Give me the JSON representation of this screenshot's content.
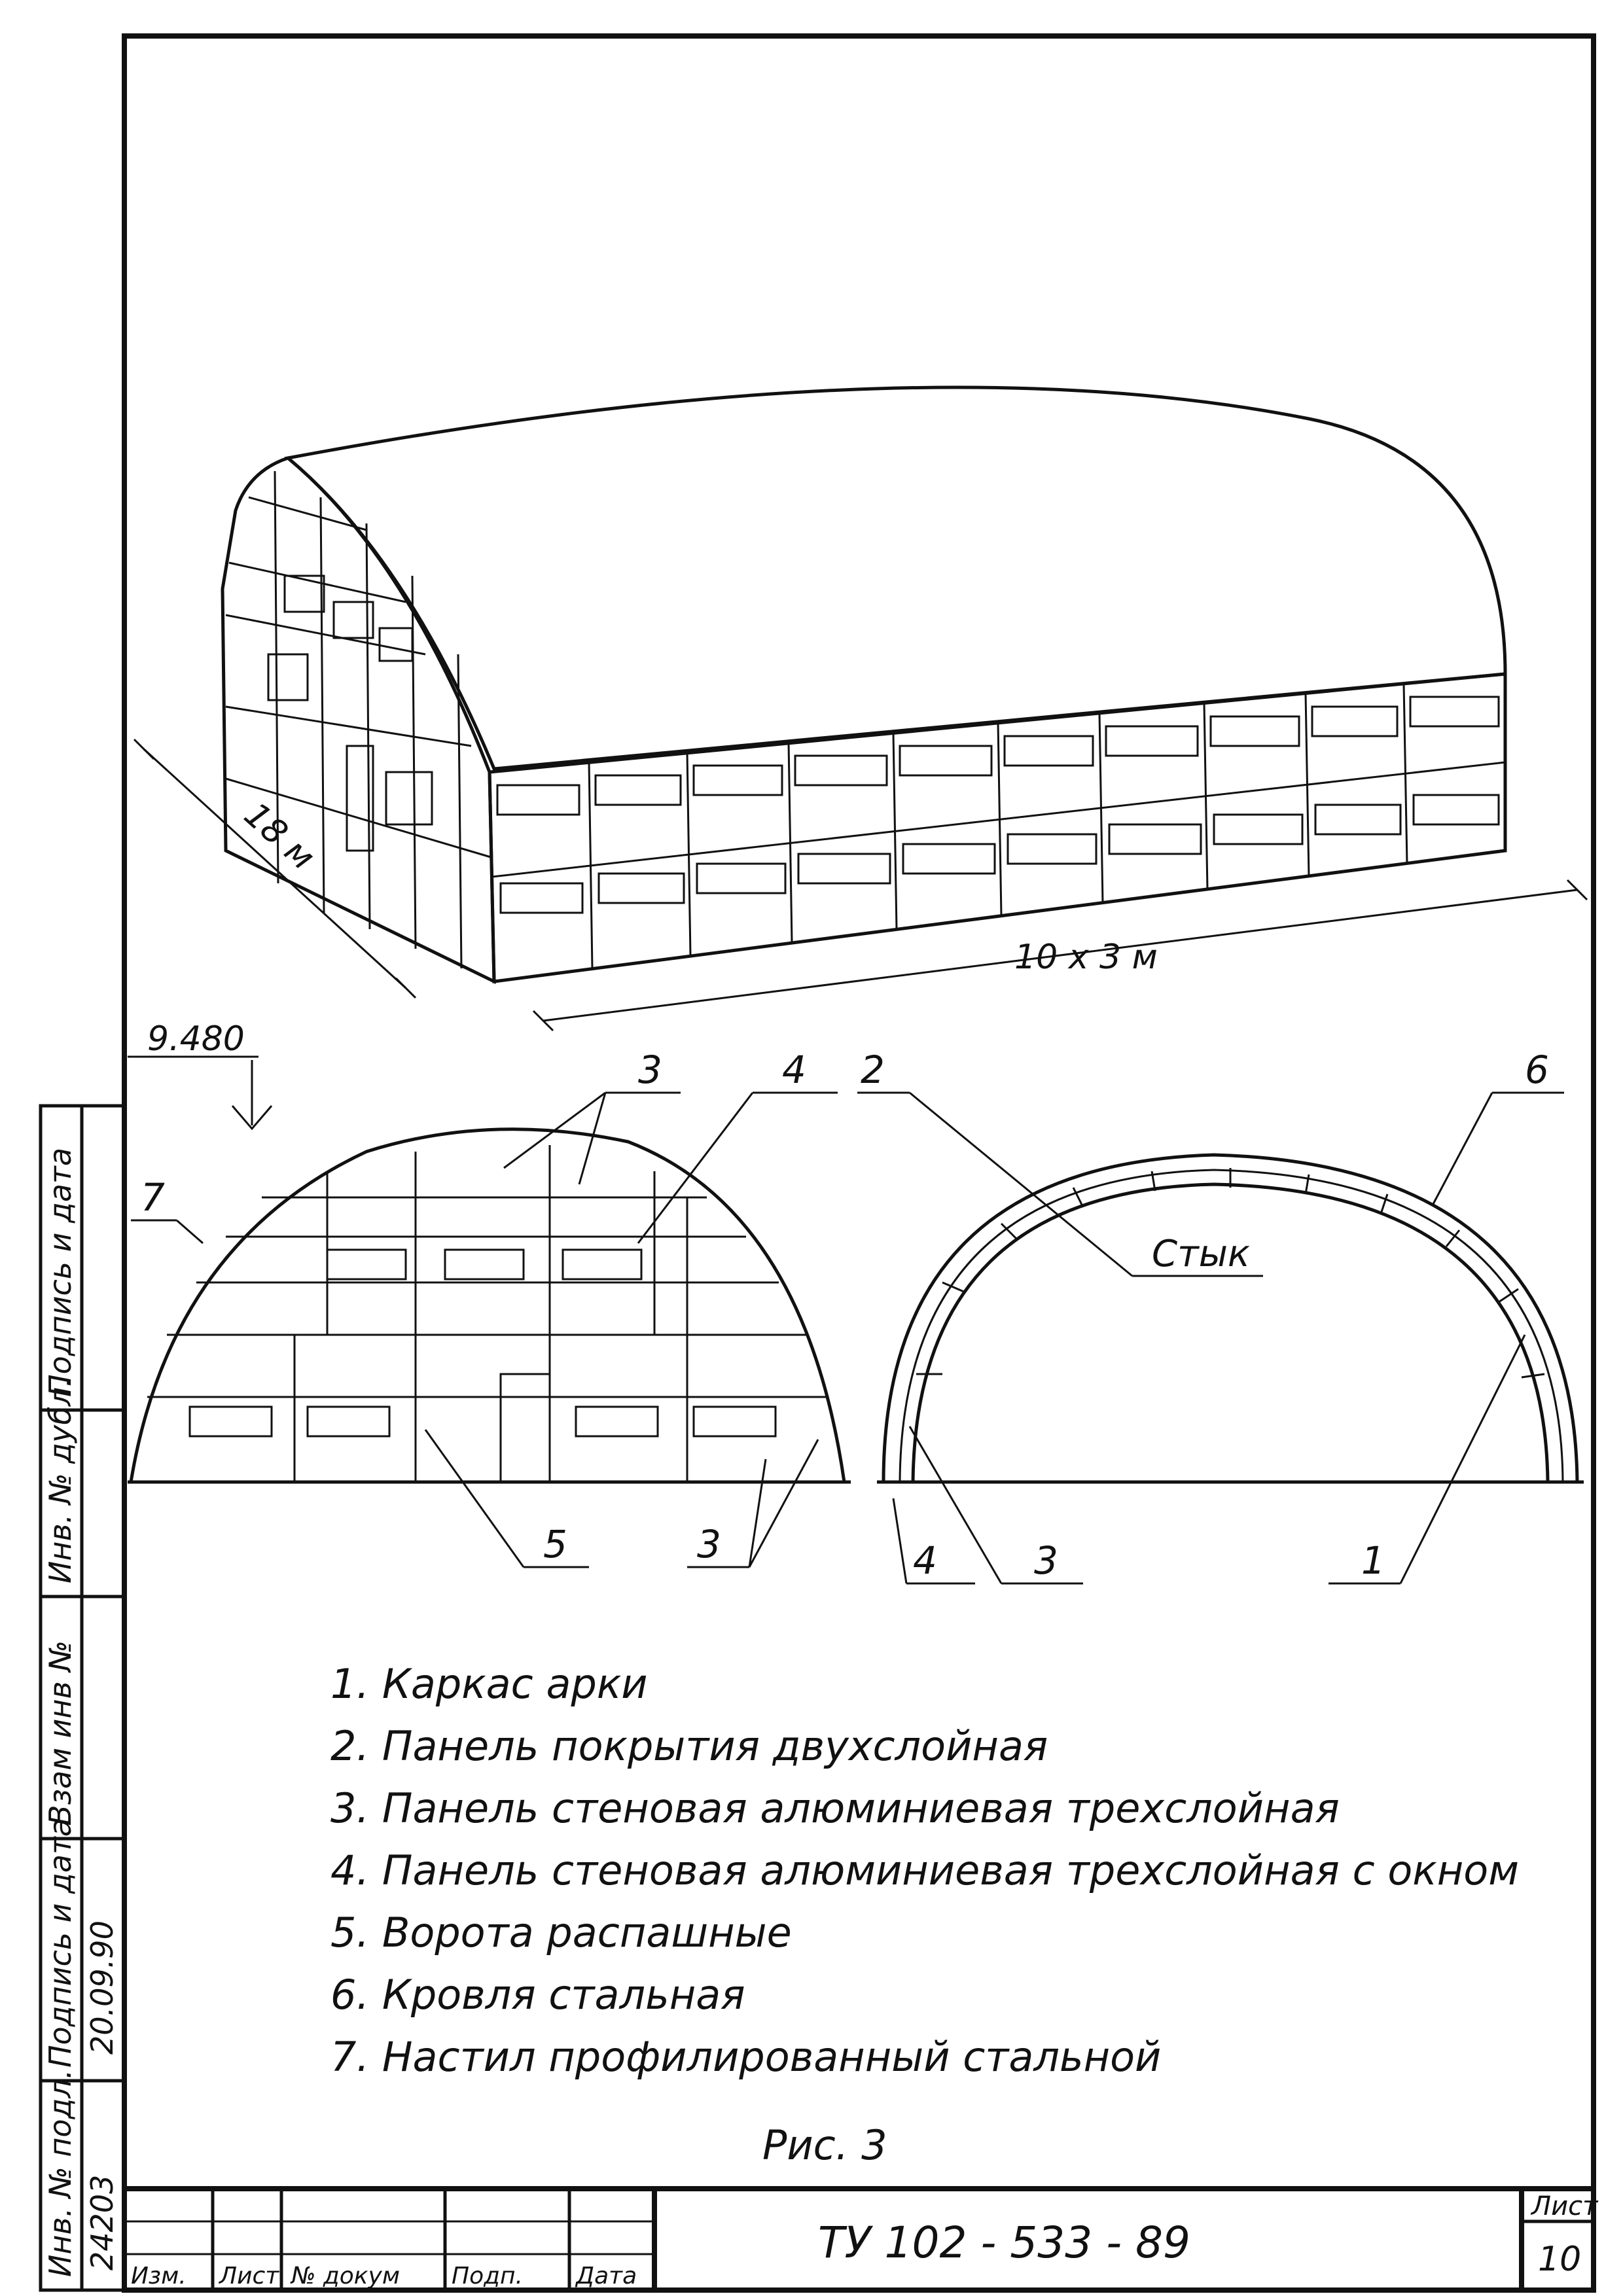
{
  "perspective": {
    "dim_length": "10 x 3 м",
    "dim_width": "18 м"
  },
  "front_view": {
    "elevation": "9.480",
    "callouts": [
      "3",
      "4",
      "7",
      "5",
      "3"
    ]
  },
  "section_view": {
    "callouts": [
      "2",
      "6",
      "4",
      "3",
      "1"
    ],
    "joint_label": "Стык"
  },
  "legend": {
    "items": [
      "1. Каркас арки",
      "2. Панель покрытия двухслойная",
      "3. Панель стеновая алюминиевая трехслойная",
      "4. Панель стеновая алюминиевая трехслойная с окном",
      "5. Ворота распашные",
      "6. Кровля стальная",
      "7. Настил профилированный стальной"
    ]
  },
  "caption": "Рис. 3",
  "stamp": {
    "doc_code": "ТУ 102 - 533 - 89",
    "sheet_label": "Лист",
    "sheet_number": "10",
    "cols": [
      "Изм.",
      "Лист",
      "№ докум",
      "Подп.",
      "Дата"
    ]
  },
  "side_margin": {
    "cells": [
      "Инв. № подл.",
      "Подпись и дата",
      "Взам инв №",
      "Инв. № дубл.",
      "Подпись и дата"
    ],
    "inv_number": "24203",
    "sign_date": "20.09.90"
  },
  "colors": {
    "ink": "#111111",
    "paper": "#ffffff"
  }
}
